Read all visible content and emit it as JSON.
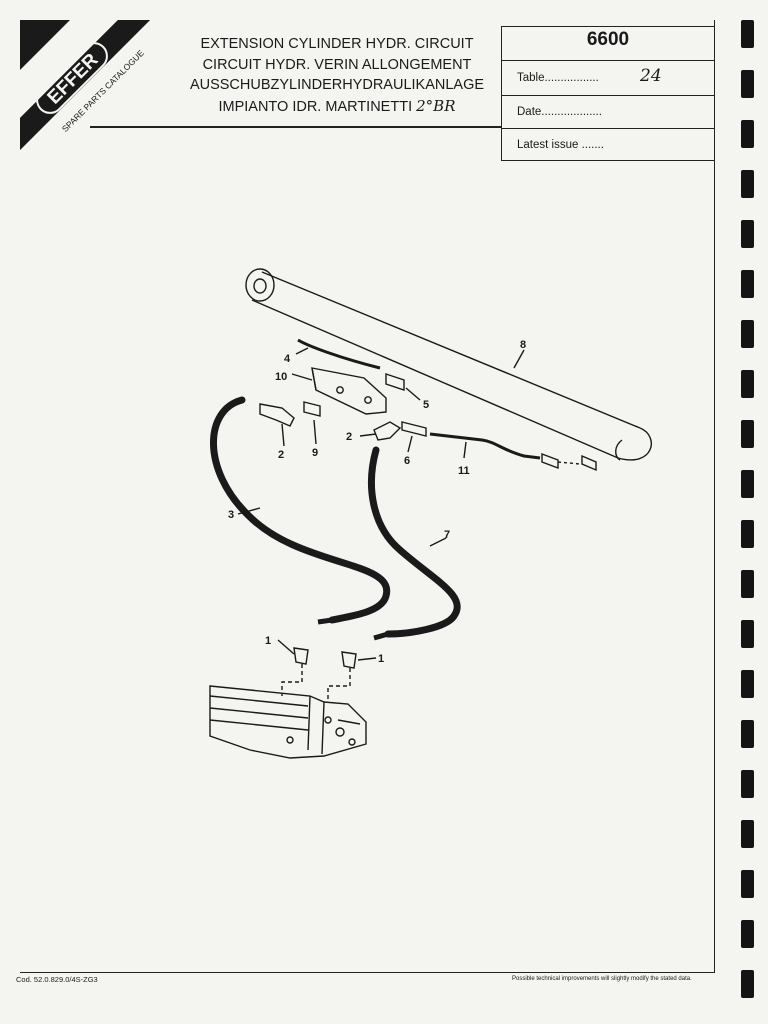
{
  "brand": {
    "logo_text": "EFFER",
    "catalogue_label": "SPARE PARTS CATALOGUE"
  },
  "header": {
    "titles": [
      "EXTENSION CYLINDER HYDR. CIRCUIT",
      "CIRCUIT HYDR. VERIN ALLONGEMENT",
      "AUSSCHUBZYLINDERHYDRAULIKANLAGE",
      "IMPIANTO IDR. MARTINETTI"
    ],
    "handwritten_note": "2°BR"
  },
  "info_box": {
    "model_number": "6600",
    "table_label": "Table.................",
    "table_value": "24",
    "date_label": "Date...................",
    "latest_issue_label": "Latest issue ......."
  },
  "callouts": [
    "1",
    "1",
    "2",
    "2",
    "3",
    "4",
    "5",
    "6",
    "7",
    "8",
    "9",
    "10",
    "11"
  ],
  "footer": {
    "code": "Cod. 52.0.829.0/4S-ZG3",
    "disclaimer": "Possible technical improvements will slightly modify the stated data."
  },
  "colors": {
    "ink": "#1a1a1a",
    "paper": "#f4f4f1"
  }
}
